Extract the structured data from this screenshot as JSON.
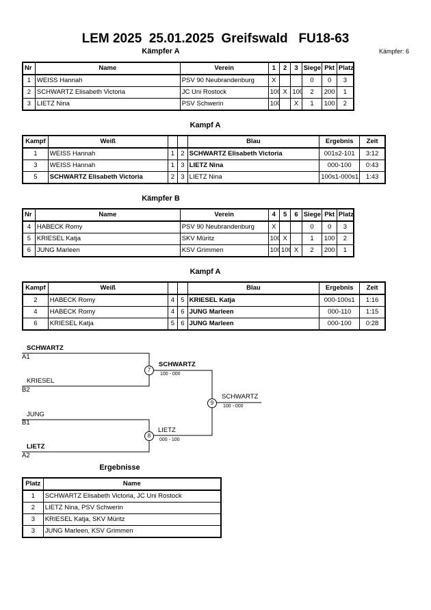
{
  "header": {
    "title": "LEM 2025  25.01.2025  Greifswald   FU18-63",
    "fighter_count": "Kämpfer: 6"
  },
  "group_a": {
    "title": "Kämpfer A",
    "columns": [
      "Nr",
      "Name",
      "Verein",
      "1",
      "2",
      "3",
      "Siege",
      "Pkt",
      "Platz"
    ],
    "rows": [
      [
        "1",
        "WEISS Hannah",
        "PSV 90 Neubrandenburg",
        "X",
        "",
        "",
        "0",
        "0",
        "3"
      ],
      [
        "2",
        "SCHWARTZ Elisabeth Victoria",
        "JC Uni Rostock",
        "100",
        "X",
        "100",
        "2",
        "200",
        "1"
      ],
      [
        "3",
        "LIETZ Nina",
        "PSV Schwerin",
        "100",
        "",
        "X",
        "1",
        "100",
        "2"
      ]
    ]
  },
  "fights_a": {
    "title": "Kampf A",
    "columns": [
      "Kampf",
      "Weiß",
      "",
      "",
      "Blau",
      "Ergebnis",
      "Zeit"
    ],
    "rows": [
      [
        "1",
        "WEISS Hannah",
        "1",
        "2",
        "SCHWARTZ Elisabeth Victoria",
        "001s2-101",
        "3:12"
      ],
      [
        "3",
        "WEISS Hannah",
        "1",
        "3",
        "LIETZ Nina",
        "000-100",
        "0:43"
      ],
      [
        "5",
        "SCHWARTZ Elisabeth Victoria",
        "2",
        "3",
        "LIETZ Nina",
        "100s1-000s1",
        "1:43"
      ]
    ]
  },
  "group_b": {
    "title": "Kämpfer B",
    "columns": [
      "Nr",
      "Name",
      "Verein",
      "4",
      "5",
      "6",
      "Siege",
      "Pkt",
      "Platz"
    ],
    "rows": [
      [
        "4",
        "HABECK Romy",
        "PSV 90 Neubrandenburg",
        "X",
        "",
        "",
        "0",
        "0",
        "3"
      ],
      [
        "5",
        "KRIESEL Katja",
        "SKV Müritz",
        "100",
        "X",
        "",
        "1",
        "100",
        "2"
      ],
      [
        "6",
        "JUNG Marleen",
        "KSV Grimmen",
        "100",
        "100",
        "X",
        "2",
        "200",
        "1"
      ]
    ]
  },
  "fights_b": {
    "title": "Kampf A",
    "columns": [
      "Kampf",
      "Weiß",
      "",
      "",
      "Blau",
      "Ergebnis",
      "Zeit"
    ],
    "rows": [
      [
        "2",
        "HABECK Romy",
        "4",
        "5",
        "KRIESEL Katja",
        "000-100s1",
        "1:16"
      ],
      [
        "4",
        "HABECK Romy",
        "4",
        "6",
        "JUNG Marleen",
        "000-110",
        "1:15"
      ],
      [
        "6",
        "KRIESEL Katja",
        "5",
        "6",
        "JUNG Marleen",
        "000-100",
        "0:28"
      ]
    ]
  },
  "bracket": {
    "semi1": {
      "top": "SCHWARTZ",
      "top_seed": "A1",
      "bottom": "KRIESEL",
      "bottom_seed": "B2",
      "fight": "7",
      "winner": "SCHWARTZ",
      "score": "100 - 000"
    },
    "semi2": {
      "top": "JUNG",
      "top_seed": "B1",
      "bottom": "LIETZ",
      "bottom_seed": "A2",
      "fight": "8",
      "winner": "LIETZ",
      "score": "000 - 100"
    },
    "final": {
      "fight": "9",
      "winner": "SCHWARTZ",
      "score": "100 - 000"
    }
  },
  "results": {
    "title": "Ergebnisse",
    "columns": [
      "Platz",
      "Name"
    ],
    "rows": [
      [
        "1",
        "SCHWARTZ Elisabeth Victoria, JC Uni Rostock"
      ],
      [
        "2",
        "LIETZ Nina, PSV Schwerin"
      ],
      [
        "3",
        "KRIESEL Katja, SKV Müritz"
      ],
      [
        "3",
        "JUNG Marleen, KSV Grimmen"
      ]
    ]
  }
}
